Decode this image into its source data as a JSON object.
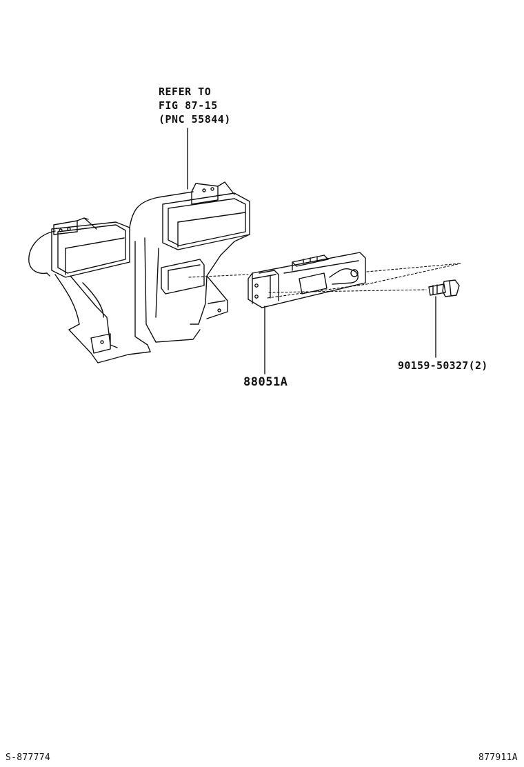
{
  "reference_note": {
    "line1": "REFER TO",
    "line2": "FIG 87-15",
    "line3": "(PNC 55844)"
  },
  "parts": {
    "main_part": "88051A",
    "bolt": "90159-50327(2)"
  },
  "footer": {
    "left_code": "S-877774",
    "right_code": "877911A"
  },
  "colors": {
    "ink": "#111111",
    "paper": "#ffffff"
  },
  "icons": {
    "duct": "air-duct-icon",
    "bracket": "bracket-sensor-icon",
    "bolt": "bolt-icon"
  }
}
